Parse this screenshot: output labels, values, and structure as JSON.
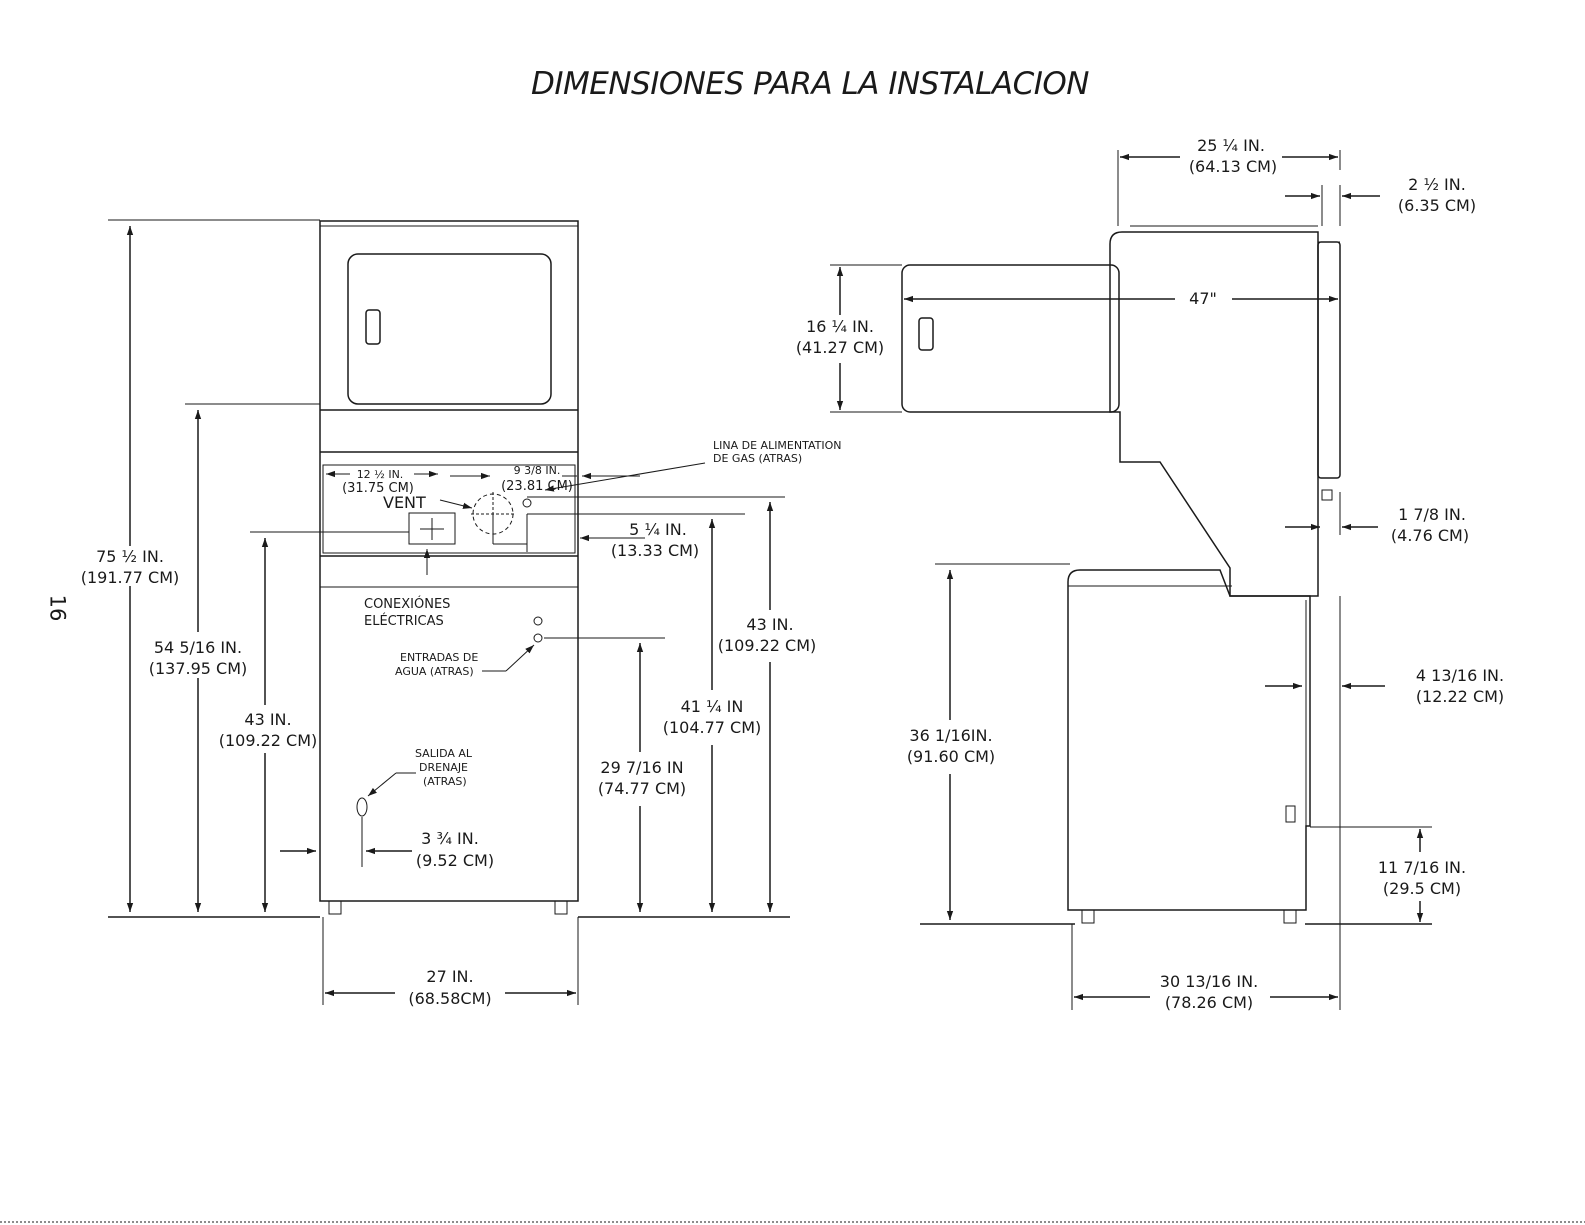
{
  "title": "DIMENSIONES PARA LA INSTALACION",
  "page_number": "16",
  "front_view": {
    "overall_height": {
      "in": "75 ½ IN.",
      "cm": "(191.77 CM)"
    },
    "dryer_bottom_height": {
      "in": "54 5/16 IN.",
      "cm": "(137.95 CM)"
    },
    "electrical_height": {
      "in": "43 IN.",
      "cm": "(109.22 CM)"
    },
    "vent_offset_left": {
      "in": "12 ½ IN.",
      "cm": "(31.75 CM)"
    },
    "vent_offset_right": {
      "in": "9 3/8 IN.",
      "cm": "(23.81 CM)"
    },
    "vent_label": "VENT",
    "gas_line_label": [
      "LINA DE ALIMENTATION",
      "DE GAS (ATRAS)"
    ],
    "gas_offset": {
      "in": "5 ¼ IN.",
      "cm": "(13.33 CM)"
    },
    "vent_height": {
      "in": "43 IN.",
      "cm": "(109.22 CM)"
    },
    "electrical_label": [
      "CONEXIÓNES",
      "ELÉCTRICAS"
    ],
    "water_inlets_label": [
      "ENTRADAS DE",
      "AGUA (ATRAS)"
    ],
    "gas_height": {
      "in": "41 ¼ IN",
      "cm": "(104.77 CM)"
    },
    "water_height": {
      "in": "29 7/16 IN",
      "cm": "(74.77 CM)"
    },
    "drain_label": [
      "SALIDA AL",
      "DRENAJE",
      "(ATRAS)"
    ],
    "drain_offset": {
      "in": "3 ¾ IN.",
      "cm": "(9.52 CM)"
    },
    "width": {
      "in": "27 IN.",
      "cm": "(68.58CM)"
    }
  },
  "side_view": {
    "depth_top": {
      "in": "25 ¼ IN.",
      "cm": "(64.13 CM)"
    },
    "panel_depth": {
      "in": "2 ½ IN.",
      "cm": "(6.35 CM)"
    },
    "door_height": {
      "in": "16 ¼ IN.",
      "cm": "(41.27 CM)"
    },
    "door_open_depth": "47\"",
    "rear_offset": {
      "in": "1 7/8 IN.",
      "cm": "(4.76 CM)"
    },
    "washer_top_height": {
      "in": "36 1/16IN.",
      "cm": "(91.60 CM)"
    },
    "rear_gap": {
      "in": "4 13/16 IN.",
      "cm": "(12.22 CM)"
    },
    "drain_height": {
      "in": "11 7/16 IN.",
      "cm": "(29.5 CM)"
    },
    "depth_bottom": {
      "in": "30 13/16 IN.",
      "cm": "(78.26 CM)"
    }
  }
}
